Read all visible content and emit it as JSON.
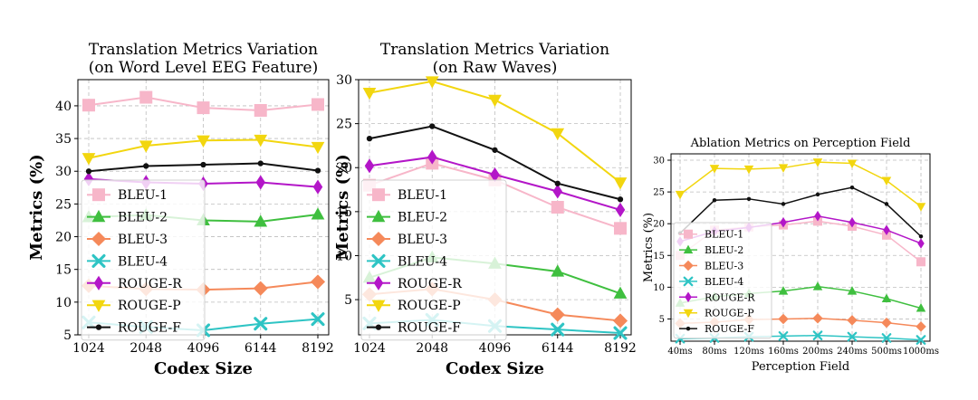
{
  "series_styles": [
    {
      "name": "BLEU-1",
      "color": "#f7b6c9",
      "marker": "square"
    },
    {
      "name": "BLEU-2",
      "color": "#3fbf3f",
      "marker": "triangle-up"
    },
    {
      "name": "BLEU-3",
      "color": "#f5895a",
      "marker": "diamond-wide"
    },
    {
      "name": "BLEU-4",
      "color": "#2ec4c4",
      "marker": "x"
    },
    {
      "name": "ROUGE-R",
      "color": "#b316c8",
      "marker": "diamond"
    },
    {
      "name": "ROUGE-P",
      "color": "#f2d60f",
      "marker": "triangle-down"
    },
    {
      "name": "ROUGE-F",
      "color": "#111111",
      "marker": "dot"
    }
  ],
  "chart_data": [
    {
      "type": "line",
      "title": "Translation Metrics Variation",
      "subtitle": "(on Word Level EEG Feature)",
      "xlabel": "Codex Size",
      "ylabel": "Metrics (%)",
      "x": [
        "1024",
        "2048",
        "4096",
        "6144",
        "8192"
      ],
      "ylim": [
        5,
        44
      ],
      "yticks": [
        "5",
        "10",
        "15",
        "20",
        "25",
        "30",
        "35",
        "40"
      ],
      "grid": true,
      "legend": "lower-left",
      "series": [
        {
          "name": "BLEU-1",
          "values": [
            40.1,
            41.3,
            39.7,
            39.3,
            40.2
          ]
        },
        {
          "name": "BLEU-2",
          "values": [
            23.0,
            23.3,
            22.5,
            22.3,
            23.4
          ]
        },
        {
          "name": "BLEU-3",
          "values": [
            12.5,
            12.0,
            11.9,
            12.1,
            13.1
          ]
        },
        {
          "name": "BLEU-4",
          "values": [
            6.9,
            6.2,
            5.7,
            6.7,
            7.4
          ]
        },
        {
          "name": "ROUGE-R",
          "values": [
            28.8,
            28.3,
            28.1,
            28.3,
            27.6
          ]
        },
        {
          "name": "ROUGE-P",
          "values": [
            32.0,
            33.9,
            34.7,
            34.8,
            33.7
          ]
        },
        {
          "name": "ROUGE-F",
          "values": [
            30.0,
            30.8,
            31.0,
            31.2,
            30.1
          ]
        }
      ]
    },
    {
      "type": "line",
      "title": "Translation Metrics Variation",
      "subtitle": "(on Raw Waves)",
      "xlabel": "Codex Size",
      "ylabel": "Metrics (%)",
      "x": [
        "1024",
        "2048",
        "4096",
        "6144",
        "8192"
      ],
      "ylim": [
        1,
        30
      ],
      "yticks": [
        "5",
        "10",
        "15",
        "20",
        "25",
        "30"
      ],
      "grid": true,
      "legend": "lower-left",
      "series": [
        {
          "name": "BLEU-1",
          "values": [
            18.0,
            20.5,
            18.6,
            15.5,
            13.1
          ]
        },
        {
          "name": "BLEU-2",
          "values": [
            7.5,
            9.8,
            9.1,
            8.2,
            5.7
          ]
        },
        {
          "name": "BLEU-3",
          "values": [
            5.6,
            6.2,
            5.0,
            3.3,
            2.6
          ]
        },
        {
          "name": "BLEU-4",
          "values": [
            2.3,
            2.7,
            2.0,
            1.6,
            1.2
          ]
        },
        {
          "name": "ROUGE-R",
          "values": [
            20.2,
            21.2,
            19.2,
            17.3,
            15.2
          ]
        },
        {
          "name": "ROUGE-P",
          "values": [
            28.5,
            29.8,
            27.7,
            23.9,
            18.3
          ]
        },
        {
          "name": "ROUGE-F",
          "values": [
            23.3,
            24.7,
            22.0,
            18.2,
            16.4
          ]
        }
      ]
    },
    {
      "type": "line",
      "title": "Ablation Metrics on Perception Field",
      "subtitle": "",
      "xlabel": "Perception Field",
      "ylabel": "Metrics (%)",
      "x": [
        "40ms",
        "80ms",
        "120ms",
        "160ms",
        "200ms",
        "240ms",
        "500ms",
        "1000ms"
      ],
      "ylim": [
        1.5,
        31
      ],
      "yticks": [
        "5",
        "10",
        "15",
        "20",
        "25",
        "30"
      ],
      "grid": true,
      "legend": "lower-left",
      "series": [
        {
          "name": "BLEU-1",
          "values": [
            15.0,
            19.0,
            19.5,
            19.8,
            20.4,
            19.6,
            18.2,
            14.0
          ]
        },
        {
          "name": "BLEU-2",
          "values": [
            7.5,
            8.5,
            9.0,
            9.4,
            10.1,
            9.4,
            8.2,
            6.7
          ]
        },
        {
          "name": "BLEU-3",
          "values": [
            4.3,
            4.5,
            4.9,
            5.0,
            5.1,
            4.8,
            4.4,
            3.8
          ]
        },
        {
          "name": "BLEU-4",
          "values": [
            1.9,
            2.0,
            2.2,
            2.3,
            2.4,
            2.2,
            2.0,
            1.7
          ]
        },
        {
          "name": "ROUGE-R",
          "values": [
            17.2,
            18.8,
            19.4,
            20.2,
            21.2,
            20.2,
            19.0,
            16.9
          ]
        },
        {
          "name": "ROUGE-P",
          "values": [
            24.6,
            28.7,
            28.6,
            28.8,
            29.7,
            29.5,
            26.8,
            22.7
          ]
        },
        {
          "name": "ROUGE-F",
          "values": [
            18.5,
            23.7,
            23.9,
            23.1,
            24.6,
            25.7,
            23.1,
            18.0
          ]
        }
      ]
    }
  ]
}
